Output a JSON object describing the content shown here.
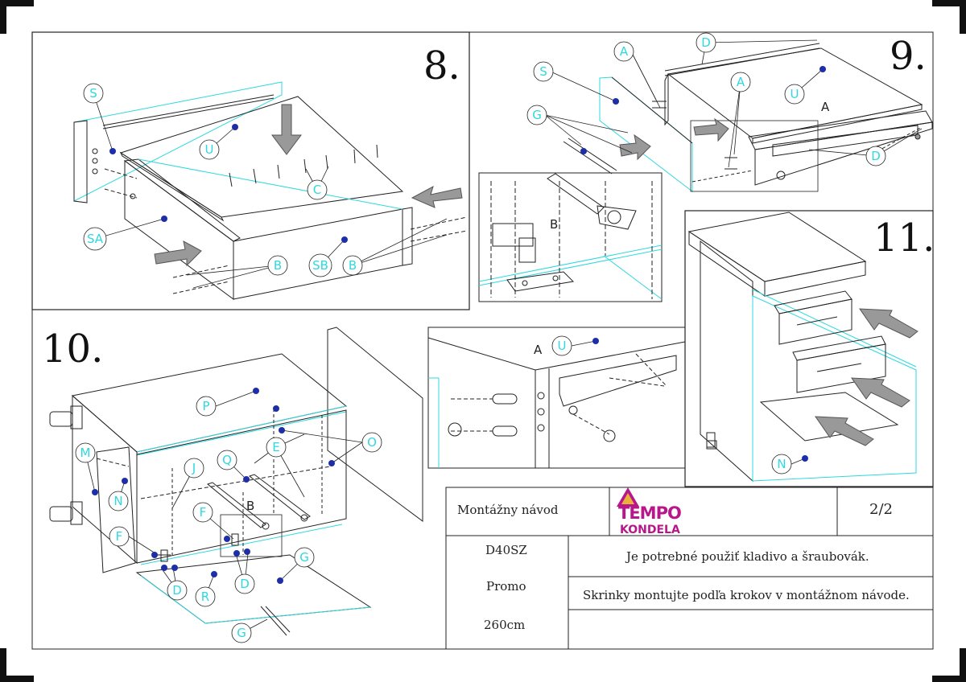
{
  "steps": {
    "s8": "8.",
    "s9": "9.",
    "s10": "10.",
    "s11": "11."
  },
  "labels": {
    "S": "S",
    "U": "U",
    "C": "C",
    "SA": "SA",
    "SB": "SB",
    "B": "B",
    "A": "A",
    "G": "G",
    "D": "D",
    "M": "M",
    "N": "N",
    "F": "F",
    "J": "J",
    "Q": "Q",
    "E": "E",
    "O": "O",
    "P": "P",
    "R": "R"
  },
  "callouts": {
    "A": "A",
    "B": "B"
  },
  "title_block": {
    "title": "Montážny návod",
    "page": "2/2",
    "model": "D40SZ",
    "series": "Promo",
    "size": "260cm",
    "note1": "Je potrebné použiť kladivo a šraubovák.",
    "note2": "Skrinky montujte podľa krokov v montážnom návode.",
    "logo_top": "TEMPO",
    "logo_bottom": "KONDELA"
  },
  "colors": {
    "accent": "#2fd8df",
    "marker": "#1e2fa6",
    "logo": "#b7178a",
    "line": "#222222"
  }
}
